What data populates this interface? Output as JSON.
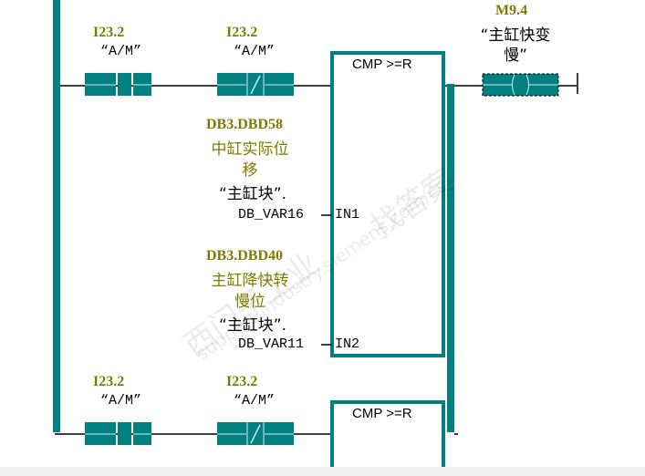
{
  "rung1": {
    "contact1": {
      "address": "I23.2",
      "symbol": "“A/M”",
      "type": "normally-open"
    },
    "contact2": {
      "address": "I23.2",
      "symbol": "“A/M”",
      "type": "normally-closed"
    },
    "cmp": {
      "title": "CMP >=R",
      "in1": {
        "pin": "IN1",
        "address": "DB3.DBD58",
        "comment_line1": "中缸实际位",
        "comment_line2": "移",
        "symbol_line1": "“主缸块”.",
        "symbol_line2": "DB_VAR16"
      },
      "in2": {
        "pin": "IN2",
        "address": "DB3.DBD40",
        "comment_line1": "主缸降快转",
        "comment_line2": "慢位",
        "symbol_line1": "“主缸块”.",
        "symbol_line2": "DB_VAR11"
      }
    },
    "coil": {
      "address": "M9.4",
      "symbol_line1": "“主缸快变",
      "symbol_line2": "慢”"
    }
  },
  "rung2": {
    "contact1": {
      "address": "I23.2",
      "symbol": "“A/M”",
      "type": "normally-open"
    },
    "contact2": {
      "address": "I23.2",
      "symbol": "“A/M”",
      "type": "normally-closed"
    },
    "cmp": {
      "title": "CMP >=R"
    }
  },
  "watermark": {
    "line1": "西门子工业",
    "line2": "support.industry.siemens.com/cs",
    "line3": "找答案"
  },
  "colors": {
    "element": "#008080",
    "address": "#7d7d00"
  }
}
